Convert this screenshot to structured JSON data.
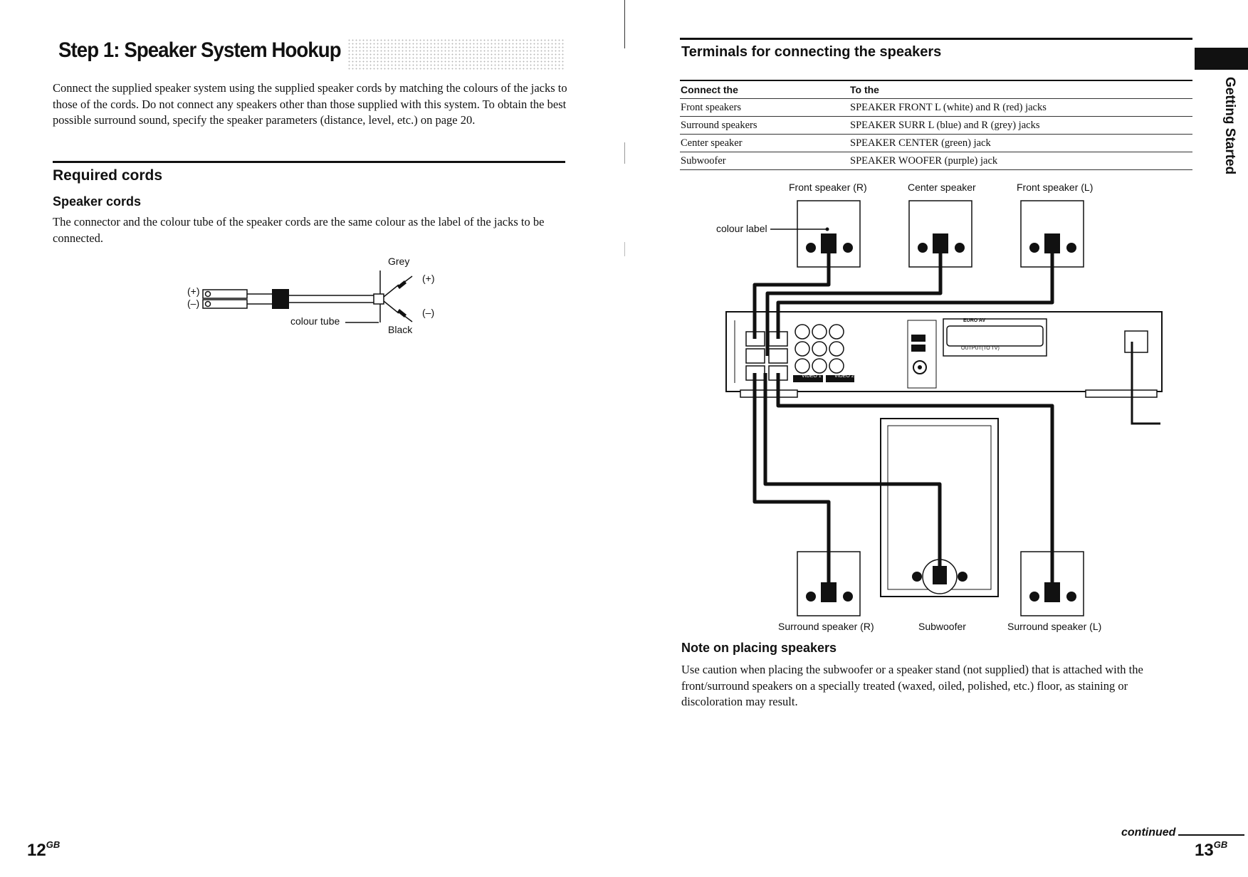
{
  "left_page": {
    "title": "Step 1: Speaker System Hookup",
    "intro": "Connect the supplied speaker system using the supplied speaker cords by matching the colours of the jacks to those of the cords. Do not connect any speakers other than those supplied with this system. To obtain the best possible surround sound, specify the speaker parameters (distance, level, etc.) on page 20.",
    "required_heading": "Required cords",
    "speaker_cords_heading": "Speaker cords",
    "speaker_cords_text": "The connector and the colour tube of the speaker cords are the same colour as the label of the jacks to be connected.",
    "cord_diagram": {
      "grey": "Grey",
      "black": "Black",
      "plus": "(+)",
      "minus": "(–)",
      "left_plus": "(+)",
      "left_minus": "(–)",
      "colour_tube": "colour tube"
    },
    "page_number": "12",
    "page_suffix": "GB"
  },
  "right_page": {
    "title": "Terminals for connecting the speakers",
    "table": {
      "headers": [
        "Connect the",
        "To the"
      ],
      "rows": [
        [
          "Front speakers",
          "SPEAKER FRONT L (white) and R (red) jacks"
        ],
        [
          "Surround speakers",
          "SPEAKER SURR L (blue) and R (grey) jacks"
        ],
        [
          "Center speaker",
          "SPEAKER CENTER (green) jack"
        ],
        [
          "Subwoofer",
          "SPEAKER WOOFER (purple) jack"
        ]
      ]
    },
    "diagram": {
      "front_r": "Front speaker (R)",
      "center": "Center speaker",
      "front_l": "Front speaker (L)",
      "colour_label": "colour label",
      "surround_r": "Surround speaker (R)",
      "subwoofer": "Subwoofer",
      "surround_l": "Surround speaker (L)",
      "euro_av": "EURO AV",
      "output_tv": "OUTPUT(TO TV)",
      "video1": "VIDEO 1",
      "video2": "VIDEO 2"
    },
    "note_heading": "Note on placing speakers",
    "note_text": "Use caution when placing the subwoofer or a speaker stand (not supplied) that is attached with the front/surround speakers on a specially treated (waxed, oiled, polished, etc.) floor, as staining or discoloration may result.",
    "side_tab": "Getting Started",
    "continued": "continued",
    "page_number": "13",
    "page_suffix": "GB"
  }
}
